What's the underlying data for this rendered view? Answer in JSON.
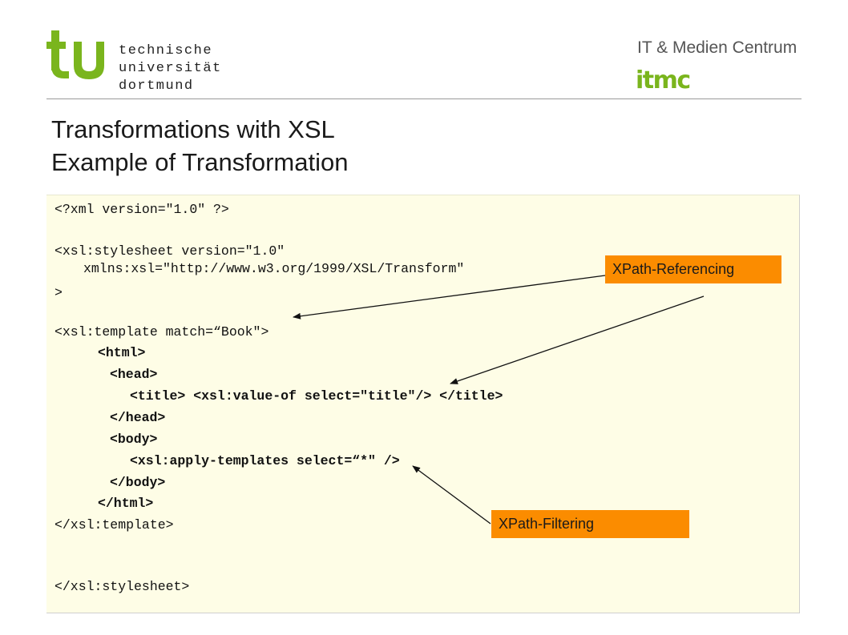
{
  "header": {
    "university_lines": [
      "technische",
      "universität",
      "dortmund"
    ],
    "center_name": "IT & Medien Centrum",
    "center_logo": "itmc"
  },
  "slide": {
    "title_line1": "Transformations with XSL",
    "title_line2": "Example of Transformation"
  },
  "code": {
    "xml_decl": "<?xml version=\"1.0\" ?>",
    "stylesheet_open": "<xsl:stylesheet version=\"1.0\"",
    "xmlns": "xmlns:xsl=\"http://www.w3.org/1999/XSL/Transform\"",
    "stylesheet_close_bracket": ">",
    "template_open": "<xsl:template match=“Book\">",
    "html_open": "<html>",
    "head_open": "<head>",
    "title_line": "<title> <xsl:value-of select=\"title\"/> </title>",
    "head_close": "</head>",
    "body_open": "<body>",
    "apply_templates": "<xsl:apply-templates select=“*\" />",
    "body_close": "</body>",
    "html_close": "</html>",
    "template_close": "</xsl:template>",
    "stylesheet_close": "</xsl:stylesheet>"
  },
  "callouts": {
    "referencing": "XPath-Referencing",
    "filtering": "XPath-Filtering"
  },
  "colors": {
    "brand_green": "#7ab51d",
    "callout_orange": "#fb8c00",
    "code_background": "#fefde6"
  }
}
